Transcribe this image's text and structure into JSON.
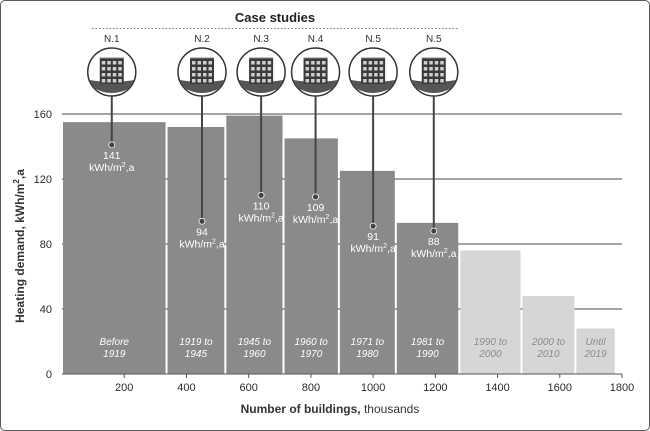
{
  "chart_data": {
    "type": "bar",
    "title": "Case studies",
    "xlabel_bold": "Number of buildings,",
    "xlabel_rest": " thousands",
    "ylabel_main": "Heating demand, kWh/m",
    "ylabel_sup": "2",
    "ylabel_tail": ",a",
    "xlim": [
      0,
      1800
    ],
    "ylim": [
      0,
      160
    ],
    "x_ticks": [
      200,
      400,
      600,
      800,
      1000,
      1200,
      1400,
      1600,
      1800
    ],
    "y_ticks": [
      0,
      40,
      80,
      120,
      160
    ],
    "bars": [
      {
        "x0": 0,
        "x1": 336,
        "value": 155,
        "period_line1": "Before",
        "period_line2": "1919",
        "tone": "dark"
      },
      {
        "x0": 336,
        "x1": 525,
        "value": 152,
        "period_line1": "1919 to",
        "period_line2": "1945",
        "tone": "dark"
      },
      {
        "x0": 525,
        "x1": 712,
        "value": 159,
        "period_line1": "1945 to",
        "period_line2": "1960",
        "tone": "dark"
      },
      {
        "x0": 712,
        "x1": 890,
        "value": 145,
        "period_line1": "1960 to",
        "period_line2": "1970",
        "tone": "dark"
      },
      {
        "x0": 890,
        "x1": 1073,
        "value": 125,
        "period_line1": "1971 to",
        "period_line2": "1980",
        "tone": "dark"
      },
      {
        "x0": 1073,
        "x1": 1277,
        "value": 93,
        "period_line1": "1981 to",
        "period_line2": "1990",
        "tone": "dark"
      },
      {
        "x0": 1277,
        "x1": 1477,
        "value": 76,
        "period_line1": "1990 to",
        "period_line2": "2000",
        "tone": "light"
      },
      {
        "x0": 1477,
        "x1": 1650,
        "value": 48,
        "period_line1": "2000 to",
        "period_line2": "2010",
        "tone": "light"
      },
      {
        "x0": 1650,
        "x1": 1780,
        "value": 28,
        "period_line1": "Until",
        "period_line2": "2019",
        "tone": "light"
      }
    ],
    "case_studies": [
      {
        "label": "N.1",
        "x": 160,
        "value": 141,
        "value_text": "141",
        "bar": 0
      },
      {
        "label": "N.2",
        "x": 450,
        "value": 94,
        "value_text": "94",
        "bar": 1
      },
      {
        "label": "N.3",
        "x": 640,
        "value": 110,
        "value_text": "110",
        "bar": 2
      },
      {
        "label": "N.4",
        "x": 815,
        "value": 109,
        "value_text": "109",
        "bar": 3
      },
      {
        "label": "N.5",
        "x": 1000,
        "value": 91,
        "value_text": "91",
        "bar": 4
      },
      {
        "label": "N.5",
        "x": 1195,
        "value": 88,
        "value_text": "88",
        "bar": 5
      }
    ],
    "unit_main": "kWh/m",
    "unit_sup": "2",
    "unit_tail": ",a",
    "colors": {
      "bar_dark": "#8a8a8a",
      "bar_light": "#d6d6d6",
      "label_dark": "#ffffff",
      "label_light": "#8c8c8c",
      "grid": "#4a4a4a",
      "axis_text": "#2b2b2b"
    }
  }
}
